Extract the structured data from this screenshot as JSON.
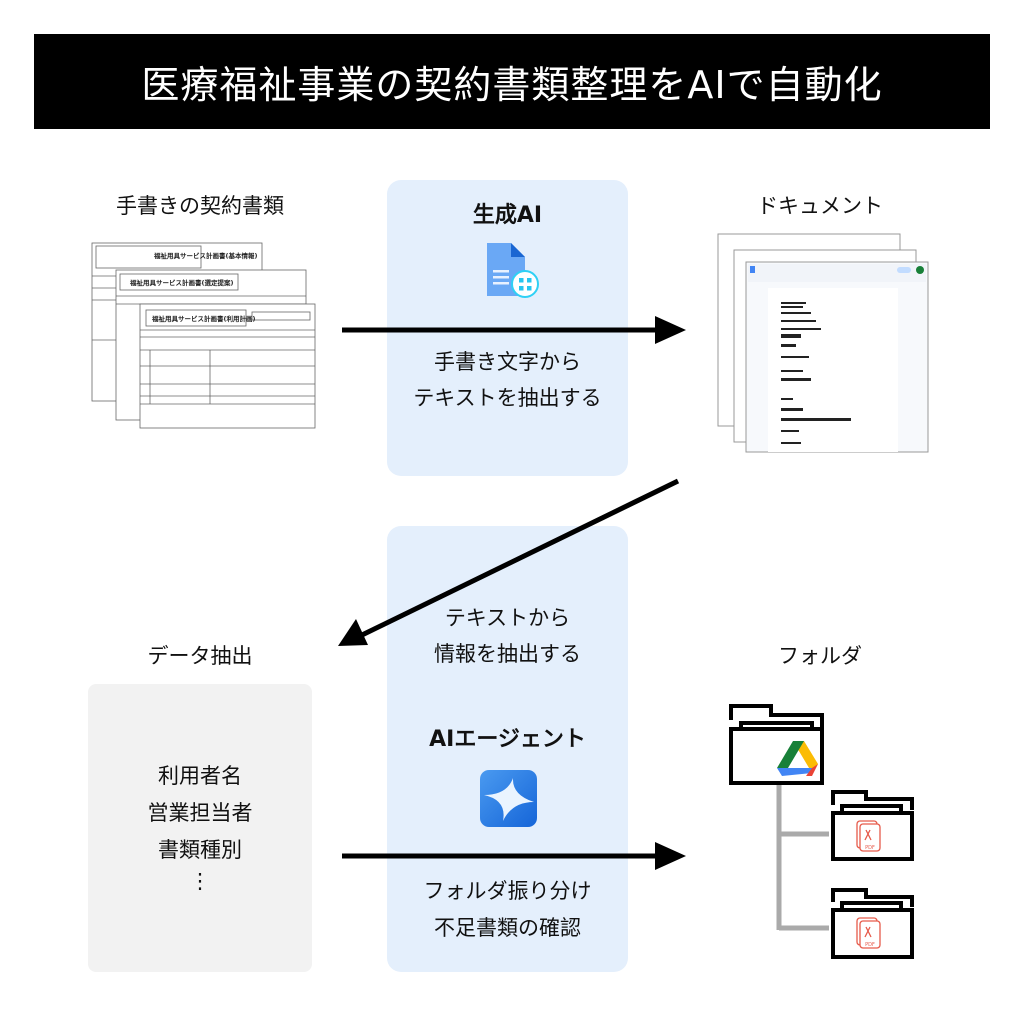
{
  "title": "医療福祉事業の契約書類整理をAIで自動化",
  "labels": {
    "handwritten": "手書きの契約書類",
    "document": "ドキュメント",
    "extraction": "データ抽出",
    "folder": "フォルダ"
  },
  "step1": {
    "heading": "生成AI",
    "icon": "document-ai-icon",
    "lines": [
      "手書き文字から",
      "テキストを抽出する"
    ]
  },
  "step2": {
    "lines_top": [
      "テキストから",
      "情報を抽出する"
    ],
    "heading": "AIエージェント",
    "icon": "sparkle-agent-icon",
    "lines_bottom": [
      "フォルダ振り分け",
      "不足書類の確認"
    ]
  },
  "extracted_fields": [
    "利用者名",
    "営業担当者",
    "書類種別",
    "⋮"
  ],
  "form_titles": [
    "福祉用具サービス計画書(基本情報)",
    "福祉用具サービス計画書(選定提案)",
    "福祉用具サービス計画書(利用計画)"
  ],
  "pdf_label": "PDF",
  "colors": {
    "panel": "#e4effc",
    "accent": "#1a73e8"
  }
}
